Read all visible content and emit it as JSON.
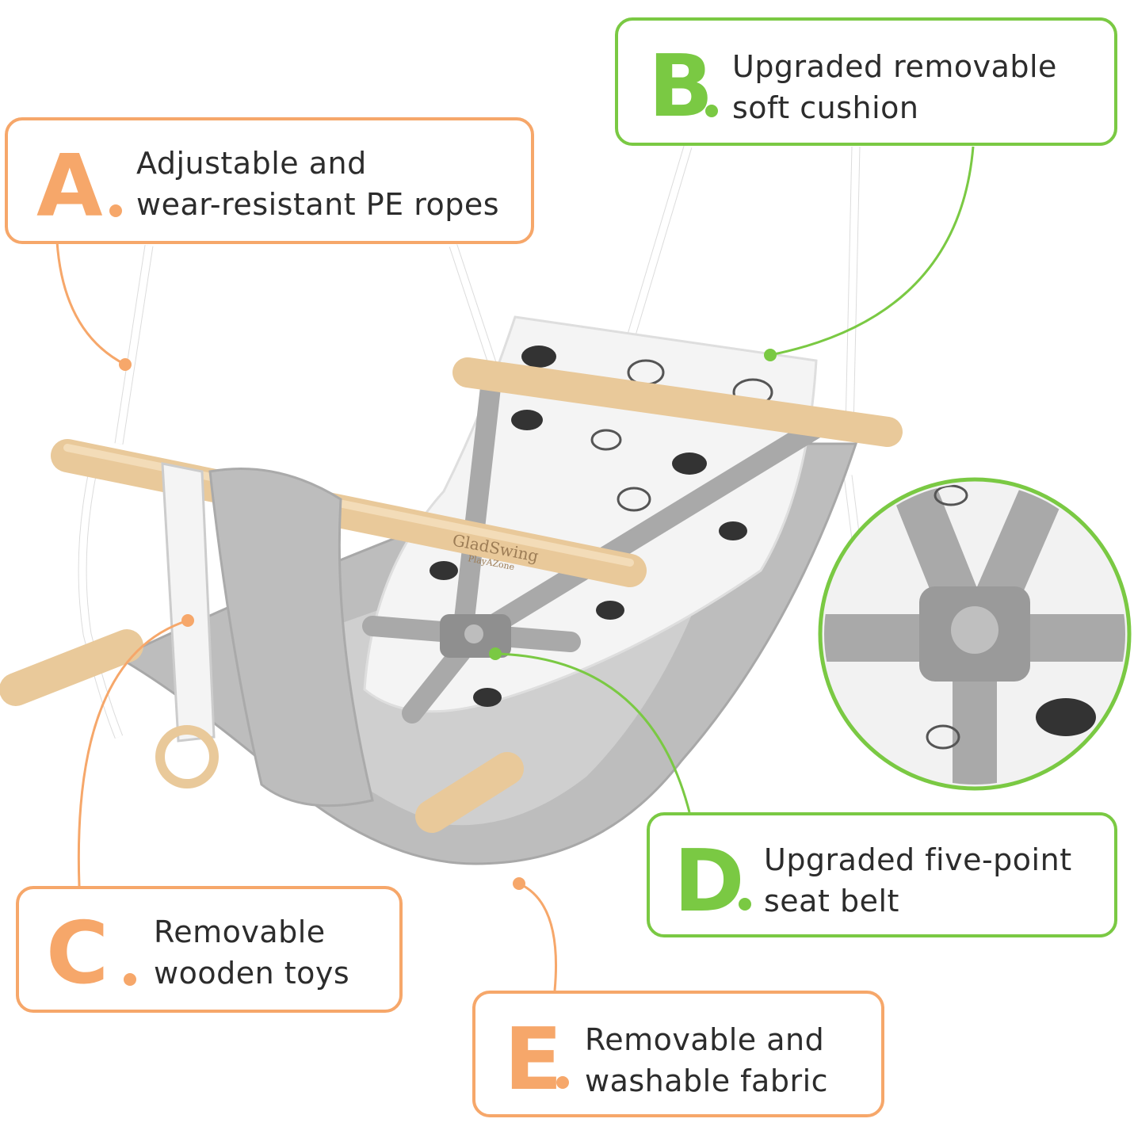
{
  "colors": {
    "orange": "#F6A76A",
    "green": "#7AC943",
    "fabric_gray": "#BDBDBD",
    "wood": "#E9C99A",
    "cushion": "#F4F4F4",
    "strap_gray": "#A9A9A9"
  },
  "callouts": [
    {
      "id": "A",
      "letter": "A",
      "line1": "Adjustable and",
      "line2": "wear-resistant PE ropes",
      "color": "orange"
    },
    {
      "id": "B",
      "letter": "B",
      "line1": "Upgraded removable",
      "line2": "soft cushion",
      "color": "green"
    },
    {
      "id": "C",
      "letter": "C",
      "line1": "Removable",
      "line2": "wooden toys",
      "color": "orange"
    },
    {
      "id": "D",
      "letter": "D",
      "line1": "Upgraded five-point",
      "line2": "seat belt",
      "color": "green"
    },
    {
      "id": "E",
      "letter": "E",
      "line1": "Removable and",
      "line2": "washable fabric",
      "color": "orange"
    }
  ],
  "product": {
    "brand": "GladSwing",
    "brand_sub": "PlayAZone",
    "inset": "seat-belt-buckle-closeup"
  }
}
